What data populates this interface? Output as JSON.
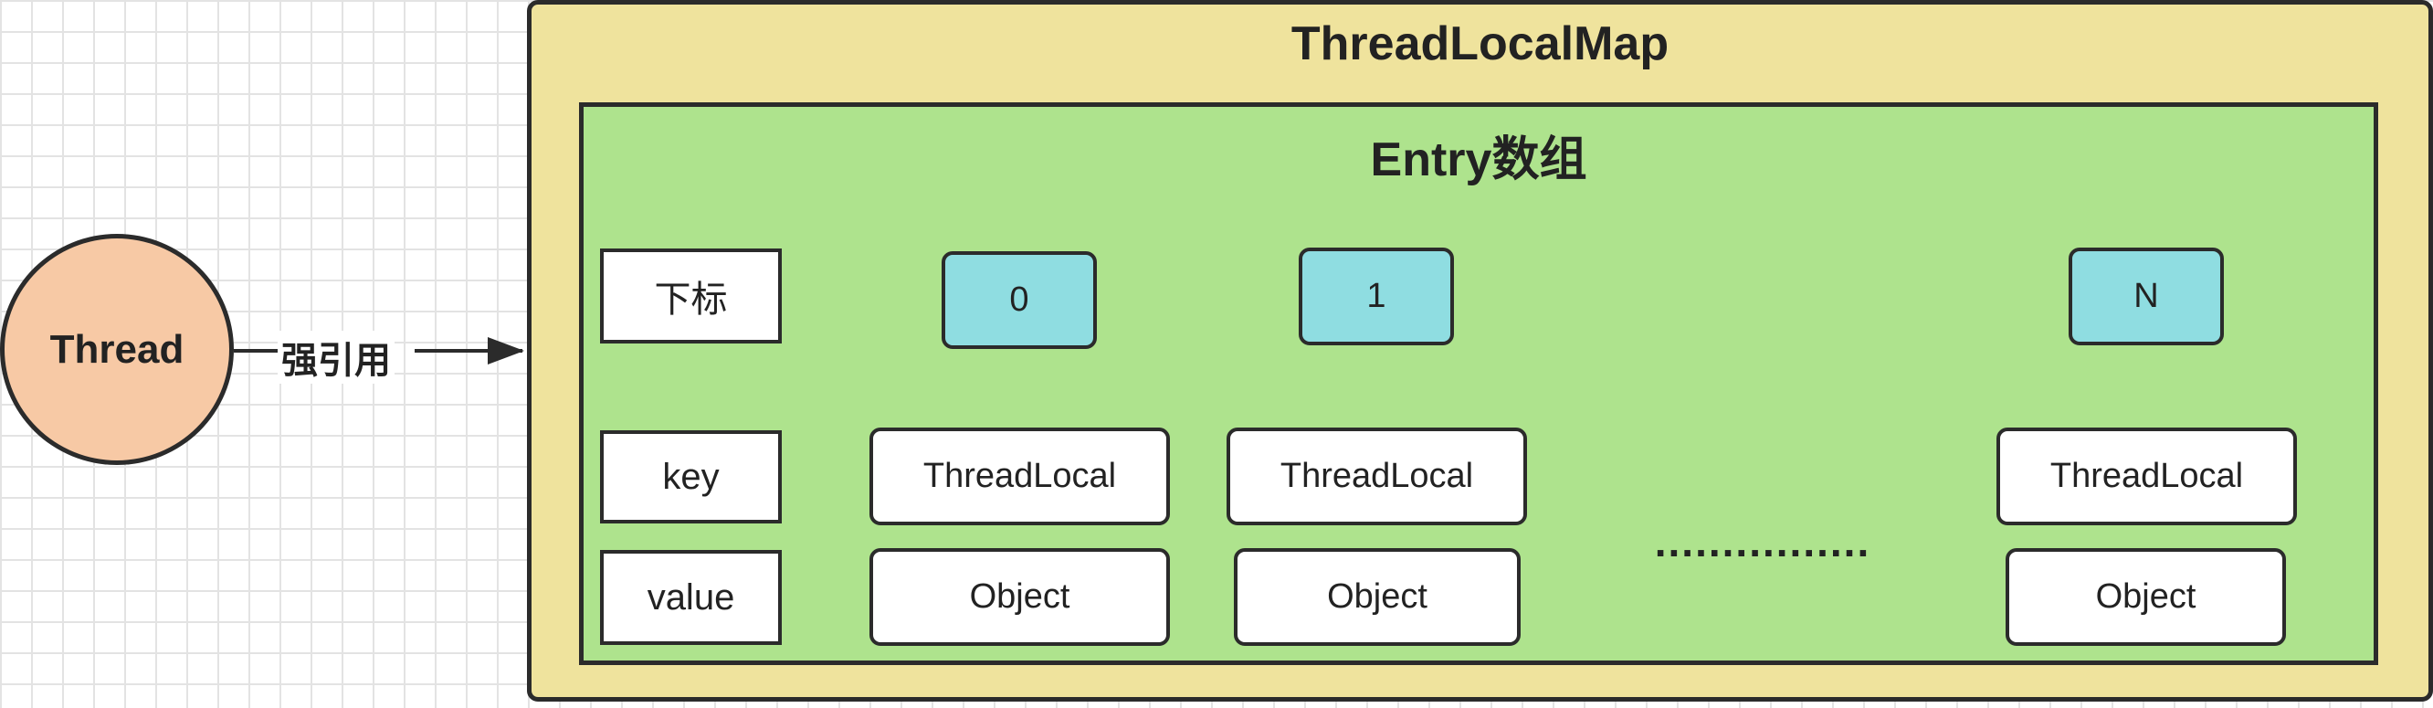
{
  "thread": {
    "label": "Thread"
  },
  "reference": {
    "label": "强引用"
  },
  "map": {
    "title": "ThreadLocalMap"
  },
  "entry_array": {
    "title": "Entry数组",
    "row_labels": {
      "index": "下标",
      "key": "key",
      "value": "value"
    },
    "entries": [
      {
        "index": "0",
        "key": "ThreadLocal",
        "value": "Object"
      },
      {
        "index": "1",
        "key": "ThreadLocal",
        "value": "Object"
      },
      {
        "index": "N",
        "key": "ThreadLocal",
        "value": "Object"
      }
    ],
    "ellipsis": "................"
  },
  "colors": {
    "thread_fill": "#f7c9a5",
    "map_fill": "#efe39d",
    "entry_fill": "#aee38d",
    "index_fill": "#8fdde1",
    "cell_fill": "#ffffff",
    "stroke": "#2b2b2b"
  }
}
